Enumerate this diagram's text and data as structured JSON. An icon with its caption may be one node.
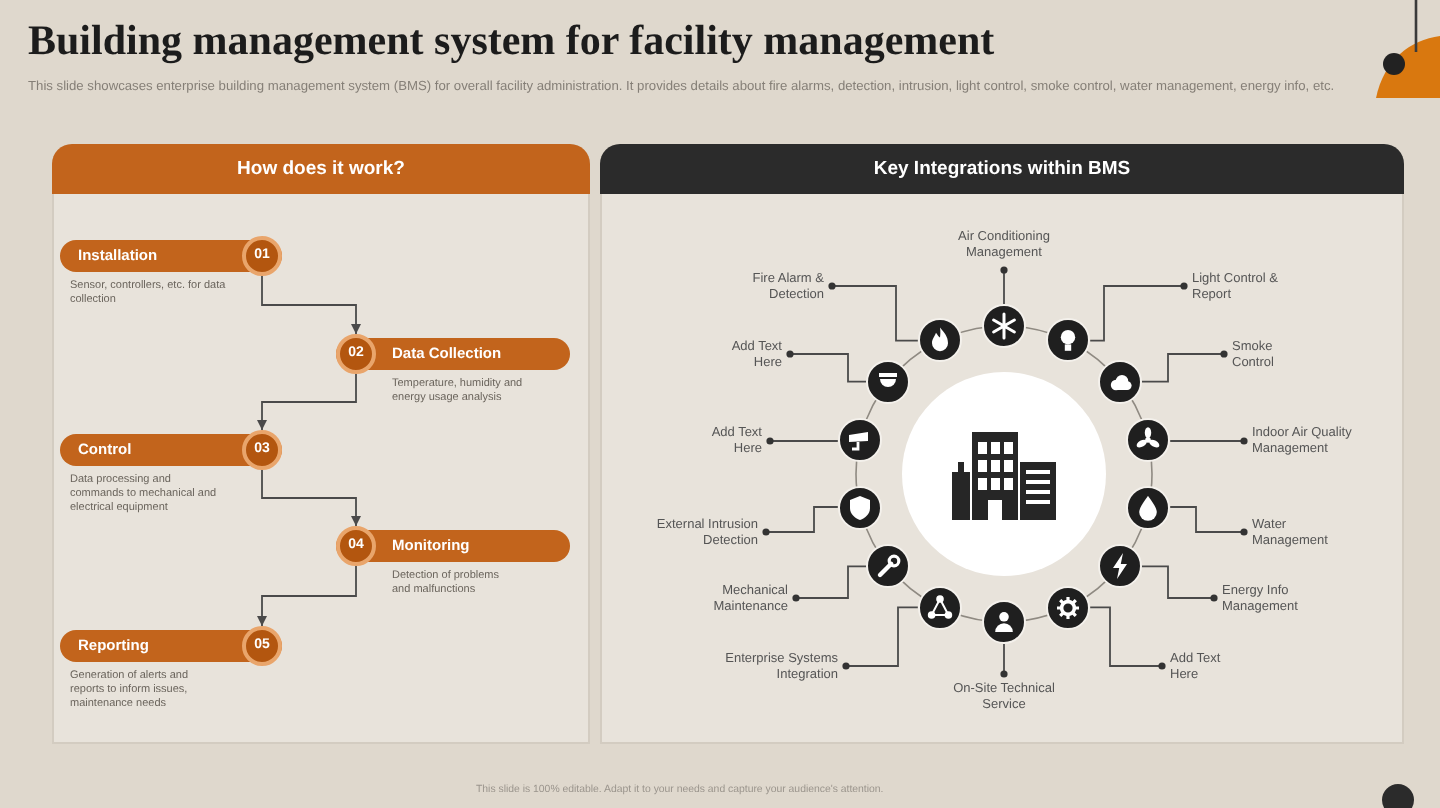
{
  "diagram": {
    "title": "Building management system for facility management",
    "nodes": [
      {
        "text": [
          "How does it work?"
        ]
      },
      {
        "text": [
          "Installation",
          "01"
        ],
        "in": 0,
        "beside": [
          "Sensor, controllers, etc. for data collection"
        ]
      },
      {
        "text": [
          "02",
          "Data Collection"
        ],
        "in": 0,
        "beside": [
          "Temperature, humidity and energy usage analysis"
        ]
      },
      {
        "text": [
          "Control",
          "03"
        ],
        "in": 0,
        "beside": [
          "Data processing and commands to mechanical and electrical equipment"
        ]
      },
      {
        "text": [
          "04",
          "Monitoring"
        ],
        "in": 0,
        "beside": [
          "Detection of problems and malfunctions"
        ]
      },
      {
        "text": [
          "Reporting",
          "05"
        ],
        "in": 0,
        "beside": [
          "Generation of alerts and reports to inform issues, maintenance needs"
        ]
      },
      {
        "text": [
          "Key Integrations within BMS"
        ]
      },
      {
        "text": [
          "Air Conditioning Management"
        ],
        "in": 6
      },
      {
        "text": [],
        "shape": "circle",
        "in": 6
      },
      {
        "text": [
          "Fire Alarm & Detection"
        ],
        "in": 6
      },
      {
        "text": [],
        "shape": "circle",
        "in": 6
      },
      {
        "text": [
          "Light Control & Report"
        ],
        "in": 6
      },
      {
        "text": [],
        "shape": "circle",
        "in": 6
      },
      {
        "text": [
          "Add Text Here"
        ],
        "in": 6
      },
      {
        "text": [],
        "shape": "circle",
        "in": 6
      },
      {
        "text": [
          "Smoke Control"
        ],
        "in": 6
      },
      {
        "text": [],
        "shape": "circle",
        "in": 6
      },
      {
        "text": [
          "Add Text Here"
        ],
        "in": 6
      },
      {
        "text": [],
        "shape": "circle",
        "in": 6
      },
      {
        "text": [
          "Indoor Air Quality Management"
        ],
        "in": 6
      },
      {
        "text": [],
        "shape": "circle",
        "in": 6
      },
      {
        "text": [
          "External Intrusion Detection"
        ],
        "in": 6
      },
      {
        "text": [],
        "shape": "circle",
        "in": 6
      },
      {
        "text": [
          "Water Management"
        ],
        "in": 6
      },
      {
        "text": [],
        "shape": "circle",
        "in": 6
      },
      {
        "text": [
          "Mechanical Maintenance"
        ],
        "in": 6
      },
      {
        "text": [],
        "shape": "circle",
        "in": 6
      },
      {
        "text": [
          "Energy Info Management"
        ],
        "in": 6
      },
      {
        "text": [],
        "shape": "circle",
        "in": 6
      },
      {
        "text": [
          "Enterprise Systems Integration"
        ],
        "in": 6
      },
      {
        "text": [],
        "shape": "circle",
        "in": 6
      },
      {
        "text": [
          "Add Text Here"
        ],
        "in": 6
      },
      {
        "text": [],
        "shape": "circle",
        "in": 6
      },
      {
        "text": [
          "On-Site Technical Service"
        ],
        "in": 6
      },
      {
        "text": [],
        "shape": "circle",
        "in": 6
      }
    ],
    "edges": [
      {
        "from": 1,
        "to": 2,
        "arrow": "to"
      },
      {
        "from": 2,
        "to": 3,
        "arrow": "to"
      },
      {
        "from": 3,
        "to": 4,
        "arrow": "to"
      },
      {
        "from": 4,
        "to": 5,
        "arrow": "to"
      },
      {
        "from": 7,
        "to": 8,
        "arrow": "other"
      },
      {
        "from": 9,
        "to": 10,
        "arrow": "other"
      },
      {
        "from": 11,
        "to": 12,
        "arrow": "other"
      },
      {
        "from": 13,
        "to": 14,
        "arrow": "other"
      },
      {
        "from": 15,
        "to": 16,
        "arrow": "other"
      },
      {
        "from": 17,
        "to": 18,
        "arrow": "other"
      },
      {
        "from": 19,
        "to": 20,
        "arrow": "other"
      },
      {
        "from": 21,
        "to": 22,
        "arrow": "other"
      },
      {
        "from": 23,
        "to": 24,
        "arrow": "other"
      },
      {
        "from": 25,
        "to": 26,
        "arrow": "other"
      },
      {
        "from": 27,
        "to": 28,
        "arrow": "other"
      },
      {
        "from": 29,
        "to": 30,
        "arrow": "other"
      },
      {
        "from": 31,
        "to": 32,
        "arrow": "other"
      },
      {
        "from": 33,
        "to": 34,
        "arrow": "other"
      }
    ],
    "labels": [
      "This slide showcases enterprise building management system (BMS) for overall facility administration. It provides details about fire alarms, detection, intrusion, light control, smoke control, water management, energy info, etc.",
      "This slide is 100% editable. Adapt it to your needs and capture your audience's attention."
    ]
  }
}
